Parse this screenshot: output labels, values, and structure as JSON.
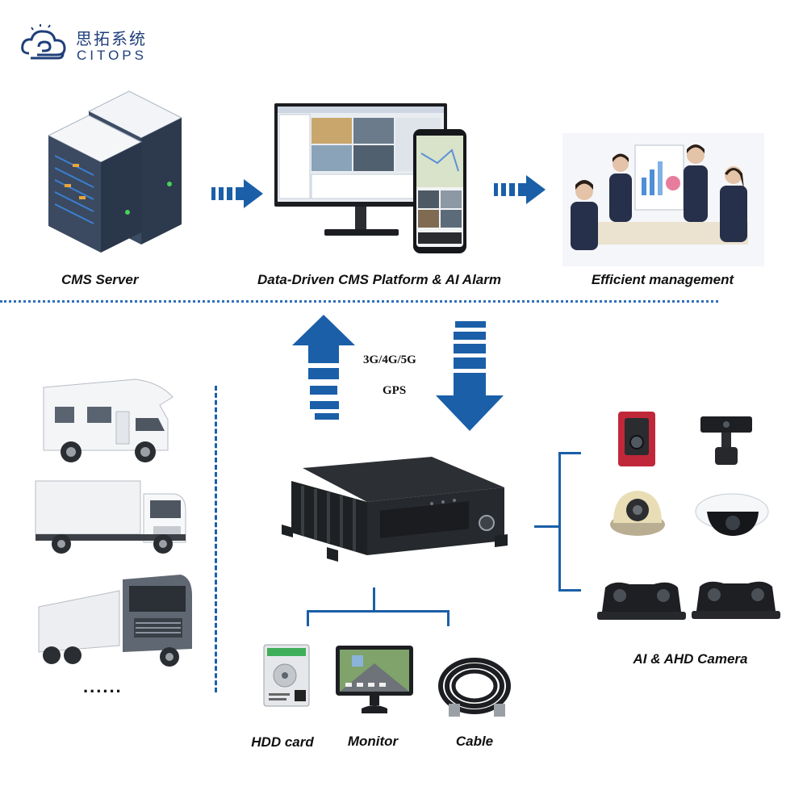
{
  "brand": {
    "name_cn": "思拓系统",
    "name_en": "CITOPS"
  },
  "top_row": {
    "cms_server": "CMS Server",
    "platform": "Data-Driven CMS Platform & AI Alarm",
    "management": "Efficient management"
  },
  "network": {
    "line1": "3G/4G/5G",
    "line2": "GPS"
  },
  "vehicles": {
    "more": "......"
  },
  "accessories": {
    "hdd": "HDD card",
    "monitor": "Monitor",
    "cable": "Cable"
  },
  "cameras": {
    "label": "AI & AHD Camera"
  },
  "colors": {
    "accent_blue": "#1a5fa8",
    "dotted_line": "#2f6fb8"
  }
}
